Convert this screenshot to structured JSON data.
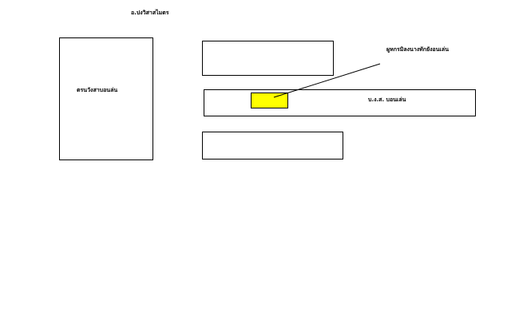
{
  "labels": {
    "top": "อ.ปงวิสาสไมตร",
    "left_box": "ตรนวังสาบอนล่น",
    "pointer": "ผูหกรมิลงนางทักยังอนเล่น",
    "wide_box": "บ.ง.ส. บอนเล่น"
  },
  "colors": {
    "highlight": "#ffff00",
    "line": "#000000",
    "background": "#ffffff"
  }
}
